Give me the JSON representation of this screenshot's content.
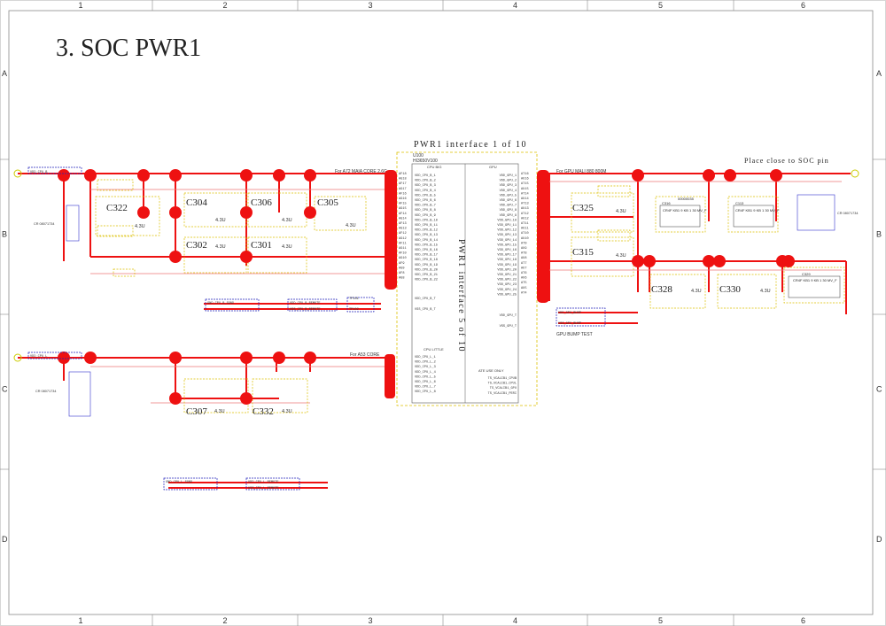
{
  "page": {
    "title": "3. SOC PWR1",
    "cols": [
      "1",
      "2",
      "3",
      "4",
      "5",
      "6"
    ],
    "rows": [
      "A",
      "B",
      "C",
      "D"
    ]
  },
  "notes": {
    "block_title": "PWR1  interface  1  of  10",
    "place_close": "Place close to SOC pin",
    "for_a72": "For A72 MAIA CORE 2.6G",
    "for_a53": "For A53 CORE",
    "for_gpu": "For GPU MALI 880 800M",
    "gpu_bump": "GPU BUMP TEST",
    "vertical_block": "PWR1  interface  5  of  10"
  },
  "ic": {
    "ref": "U100",
    "part": "HI3650V100",
    "sec_cpu_big": "CPU BIG",
    "sec_gpu": "GPU",
    "sec_cpu_little": "CPU LITTLE",
    "sec_ate": "ATE USE ONLY",
    "cpu_big_pins": [
      "VDD_CPU_B_1",
      "VDD_CPU_B_2",
      "VDD_CPU_B_3",
      "VDD_CPU_B_4",
      "VDD_CPU_B_5",
      "VDD_CPU_B_6",
      "VDD_CPU_B_7",
      "VDD_CPU_B_8",
      "VDD_CPU_B_9",
      "VDD_CPU_B_10",
      "VDD_CPU_B_11",
      "VDD_CPU_B_12",
      "VDD_CPU_B_13",
      "VDD_CPU_B_14",
      "VDD_CPU_B_15",
      "VDD_CPU_B_16",
      "VDD_CPU_B_17",
      "VDD_CPU_B_18",
      "VDD_CPU_B_19",
      "VDD_CPU_B_20",
      "VDD_CPU_B_21",
      "VDD_CPU_B_22"
    ],
    "cpu_big_sense": [
      "VDD_CPU_B_T",
      "VSS_CPU_B_T"
    ],
    "gpu_pins": [
      "VDD_GPU_1",
      "VDD_GPU_2",
      "VDD_GPU_3",
      "VDD_GPU_4",
      "VDD_GPU_5",
      "VDD_GPU_6",
      "VDD_GPU_7",
      "VDD_GPU_8",
      "VDD_GPU_9",
      "VDD_GPU_10",
      "VDD_GPU_11",
      "VDD_GPU_12",
      "VDD_GPU_13",
      "VDD_GPU_14",
      "VDD_GPU_15",
      "VDD_GPU_16",
      "VDD_GPU_17",
      "VDD_GPU_18",
      "VDD_GPU_19",
      "VDD_GPU_20",
      "VDD_GPU_21",
      "VDD_GPU_22",
      "VDD_GPU_23",
      "VDD_GPU_24",
      "VDD_GPU_25"
    ],
    "gpu_sense": [
      "VDD_GPU_T",
      "VSS_GPU_T"
    ],
    "cpu_little_pins": [
      "VDD_CPU_L_1",
      "VDD_CPU_L_2",
      "VDD_CPU_L_3",
      "VDD_CPU_L_4",
      "VDD_CPU_L_5",
      "VDD_CPU_L_6",
      "VDD_CPU_L_7",
      "VDD_CPU_L_8"
    ],
    "ate_pins": [
      "TS_VCALIB1_CPUB",
      "TS_VCALIB1_CPUL",
      "TS_VCALIB1_GPU",
      "TS_VCALIB1_PERI"
    ]
  },
  "nets": {
    "vdd_cpu_b": "VDD_CPU_B",
    "vdd_cpu_l": "VDD_CPU_L",
    "gnd_b": "GND_CPU_B_SGND",
    "gnd_l": "GND_CPU_L_SGND",
    "vdd_cpu_b_remote": "VDD_CPU_B_REMOTE",
    "vss_cpu_b_remote": "VSS_CPU_B_REMOTE",
    "vdd_cpu_l_remote": "VDD_CPU_L_REMOTE",
    "vss_cpu_l_remote": "VSS_CPU_L_REMOTE",
    "vdd_gpu_bump": "VDD_GPU_BUMP",
    "vss_gpu_bump": "VSS_GPU_BUMP",
    "tp_a": "TP101",
    "tp_b": "TP102"
  },
  "caps": {
    "c322": "C322",
    "c304": "C304",
    "c306": "C306",
    "c305": "C305",
    "c302": "C302",
    "c301": "C301",
    "c307": "C307",
    "c332": "C332",
    "c325": "C325",
    "c315": "C315",
    "c328": "C328",
    "c330": "C330",
    "c316": "C316",
    "c113": "C113",
    "c329": "C329",
    "val": "4.3U",
    "part": "CR4F KB1 9 KB 1 30 MV_F",
    "ref_block": "00000035",
    "cr": "CR 08071734"
  },
  "pin_labels_left": [
    "AF18",
    "AG18",
    "AF17",
    "AG17",
    "AF16",
    "AG16",
    "AF15",
    "AG15",
    "AF14",
    "AG14",
    "AF13",
    "AG13",
    "AF12",
    "AG12",
    "AF11",
    "AG11",
    "AF10",
    "AG10",
    "AF9",
    "AG9",
    "AF8",
    "AG8"
  ],
  "pin_labels_right": [
    "AT16",
    "AU16",
    "AT15",
    "AU15",
    "AT14",
    "AU14",
    "AT13",
    "AU13",
    "AT12",
    "AU12",
    "AT11",
    "AU11",
    "AT10",
    "AU10",
    "AT9",
    "AU9",
    "AT8",
    "AU8",
    "AT7",
    "AU7",
    "AT6",
    "AU6",
    "AT5",
    "AU5",
    "AT4"
  ]
}
